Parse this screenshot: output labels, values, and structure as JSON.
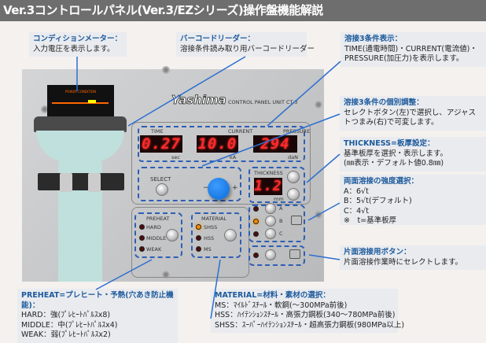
{
  "title": "Ver.3コントロールパネル(Ver.3/EZシリーズ)操作盤機能解説",
  "callouts": {
    "condition_meter": {
      "heading": "コンディションメーター：",
      "lines": [
        "入力電圧を表示します。"
      ]
    },
    "barcode": {
      "heading": "バーコードリーダー：",
      "lines": [
        "溶接条件読み取り用バーコードリーダー"
      ]
    },
    "display3": {
      "heading": "溶接3条件表示：",
      "lines": [
        "TIME(通電時間)・CURRENT(電流値)・",
        "PRESSURE(加圧力)を表示します。"
      ]
    },
    "adjust": {
      "heading": "溶接3条件の個別調整：",
      "lines": [
        "セレクトボタン(左)で選択し、アジャス",
        "トつまみ(右)で可変します。"
      ]
    },
    "thickness": {
      "heading": "THICKNESS=板厚設定：",
      "lines": [
        "基準板厚を選択・表示します。",
        "(㎜表示・デフォルト値0.8㎜)"
      ]
    },
    "strength": {
      "heading": "両面溶接の強度選択：",
      "lines": [
        "A：6√t",
        "B：5√t(デフォルト)",
        "C：4√t",
        "※　t=基準板厚"
      ]
    },
    "single": {
      "heading": "片面溶接用ボタン：",
      "lines": [
        "片面溶接作業時にセレクトします。"
      ]
    },
    "preheat": {
      "heading": "PREHEAT=プレヒート・予熱(穴あき防止機能)：",
      "lines": [
        "HARD：強(ﾌﾟﾚﾋｰﾄﾊﾟﾙｽx8)",
        "MIDDLE：中(ﾌﾟﾚﾋｰﾄﾊﾟﾙｽx4)",
        "WEAK：弱(ﾌﾟﾚﾋｰﾄﾊﾟﾙｽx2)"
      ]
    },
    "material": {
      "heading": "MATERIAL=材料・素材の選択：",
      "lines": [
        "MS：ﾏｲﾙﾄﾞｽﾁｰﾙ・軟鋼(～300MPa前後)",
        "HSS：ﾊｲﾃﾝｼｮﾝｽﾁｰﾙ・高張力鋼板(340～780MPa前後)",
        "SHSS：ｽｰﾊﾟｰﾊｲﾃﾝｼｮﾝｽﾁｰﾙ・超高張力鋼板(980MPa以上)"
      ]
    }
  },
  "panel": {
    "brand": "Yashima",
    "model": "CONTROL PANEL UNIT CT-3",
    "meter_label": "POWER CONDITION",
    "time": {
      "label": "TIME",
      "value": "0.27",
      "unit": "sec"
    },
    "current": {
      "label": "CURRENT",
      "value": "10.0",
      "unit": "kA"
    },
    "pressure": {
      "label": "PRESSURE",
      "value": "294",
      "unit": "daN"
    },
    "select": "SELECT",
    "minus": "−",
    "plus": "+",
    "thickness": {
      "label": "THICKNESS",
      "value": "1.2",
      "unit": "mm"
    },
    "strength": [
      "A",
      "B",
      "C"
    ],
    "strength_selected": "B",
    "preheat": {
      "label": "PREHEAT",
      "options": [
        "HARD",
        "MIDDLE",
        "WEAK"
      ]
    },
    "material": {
      "label": "MATERIAL",
      "options": [
        "SHSS",
        "HSS",
        "MS"
      ],
      "selected": "SHSS"
    }
  },
  "colors": {
    "accent": "#2d5fb5",
    "heading": "#1d5a9c",
    "title_bg": "#6e6e6e"
  }
}
